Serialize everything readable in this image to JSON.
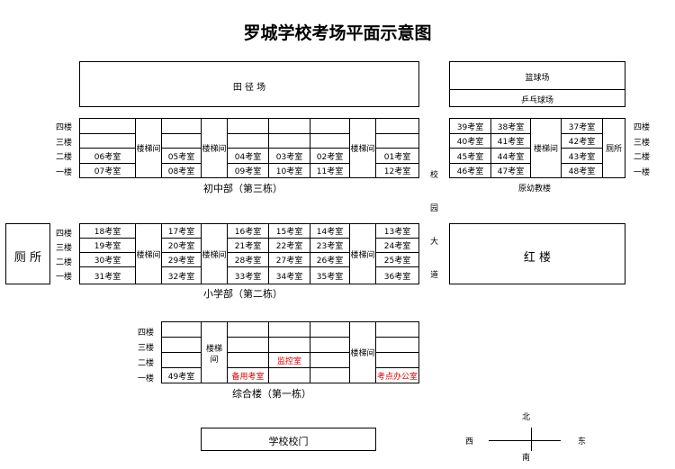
{
  "title": "罗城学校考场平面示意图",
  "top": {
    "track": "田 径 场",
    "basketball": "篮球场",
    "pingpong": "乒乓球场"
  },
  "floors": {
    "f4": "四楼",
    "f3": "三楼",
    "f2": "二楼",
    "f1": "一楼"
  },
  "stairs": "楼梯间",
  "stairs_split": {
    "a": "楼梯",
    "b": "间"
  },
  "restroom": "厕所",
  "restroom_big": "厕  所",
  "middle": {
    "caption": "初中部（第三栋）",
    "r06": "06考室",
    "r07": "07考室",
    "r05": "05考室",
    "r08": "08考室",
    "r04": "04考室",
    "r09": "09考室",
    "r03": "03考室",
    "r10": "10考室",
    "r02": "02考室",
    "r11": "11考室",
    "r01": "01考室",
    "r12": "12考室"
  },
  "kindergarten": {
    "caption": "原幼教楼",
    "r39": "39考室",
    "r40": "40考室",
    "r45": "45考室",
    "r46": "46考室",
    "r38": "38考室",
    "r41": "41考室",
    "r44": "44考室",
    "r47": "47考室",
    "r37": "37考室",
    "r42": "42考室",
    "r43": "43考室",
    "r48": "48考室"
  },
  "road": [
    "校",
    "园",
    "大",
    "道"
  ],
  "primary": {
    "caption": "小学部（第二栋）",
    "r18": "18考室",
    "r19": "19考室",
    "r30": "30考室",
    "r31": "31考室",
    "r17": "17考室",
    "r20": "20考室",
    "r29": "29考室",
    "r32": "32考室",
    "r16": "16考室",
    "r21": "21考室",
    "r28": "28考室",
    "r33": "33考室",
    "r15": "15考室",
    "r22": "22考室",
    "r27": "27考室",
    "r34": "34考室",
    "r14": "14考室",
    "r23": "23考室",
    "r26": "26考室",
    "r35": "35考室",
    "r13": "13考室",
    "r24": "24考室",
    "r25": "25考室",
    "r36": "36考室"
  },
  "red_building": "红  楼",
  "complex": {
    "caption": "综合楼（第一栋）",
    "r49": "49考室",
    "spare": "备用考室",
    "monitor": "监控室",
    "office": "考点办公室"
  },
  "gate": "学校校门",
  "compass": {
    "north": "北",
    "south": "南",
    "west": "西",
    "east": "东"
  },
  "colors": {
    "red": "#e00000",
    "line": "#000000"
  }
}
